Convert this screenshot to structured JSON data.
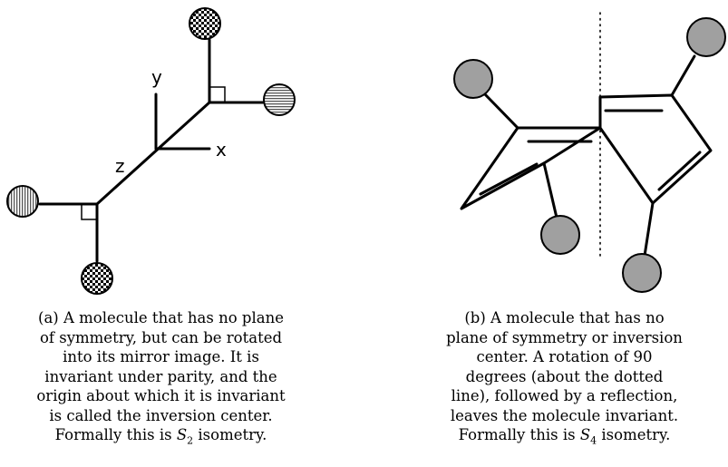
{
  "figure_a": {
    "axis_labels": {
      "y": "y",
      "x": "x",
      "z": "z"
    },
    "caption": {
      "label": "(a)",
      "lines": [
        "A molecule that has no plane",
        "of symmetry, but can be rotated",
        "into its mirror image. It is",
        "invariant under parity, and the",
        "origin about which it is invariant",
        "is called the inversion center.",
        "Formally this is"
      ],
      "symbol": "S",
      "subscript": "2",
      "tail": "isometry."
    }
  },
  "figure_b": {
    "caption": {
      "label": "(b)",
      "lines": [
        "A molecule that has no",
        "plane of symmetry or inversion",
        "center. A rotation of 90",
        "degrees (about the dotted",
        "line), followed by a reflection,",
        "leaves the molecule invariant.",
        "Formally this is"
      ],
      "symbol": "S",
      "subscript": "4",
      "tail": "isometry."
    }
  }
}
